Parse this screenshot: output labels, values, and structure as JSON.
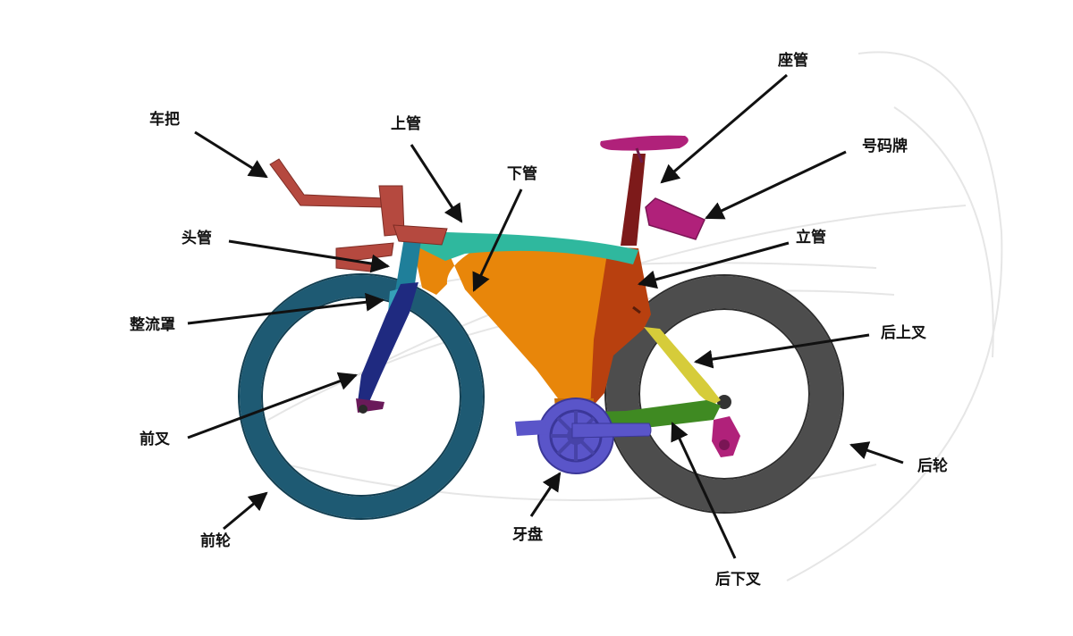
{
  "labels": {
    "handlebar": "车把",
    "top_tube": "上管",
    "down_tube": "下管",
    "seat_post": "座管",
    "number_plate": "号码牌",
    "head_tube": "头管",
    "seat_tube": "立管",
    "fairing": "整流罩",
    "seat_stay": "后上叉",
    "front_fork": "前叉",
    "rear_wheel": "后轮",
    "front_wheel": "前轮",
    "chainring": "牙盘",
    "chain_stay": "后下叉"
  },
  "colors": {
    "front_wheel": "#1e5a73",
    "rear_wheel": "#4d4d4d",
    "handlebar": "#b5493f",
    "head_tube": "#1f7f9a",
    "top_tube": "#2fb89e",
    "down_tube": "#e8860a",
    "seat_tube": "#b8400f",
    "seat_post": "#7d1a1a",
    "saddle": "#b0217a",
    "number_plate": "#b0217a",
    "front_fork": "#1f2a80",
    "seat_stay": "#d6cc3a",
    "chain_stay": "#3f8a22",
    "chainring": "#5a55c9",
    "derailleur": "#b0217a",
    "arrow": "#111111"
  }
}
